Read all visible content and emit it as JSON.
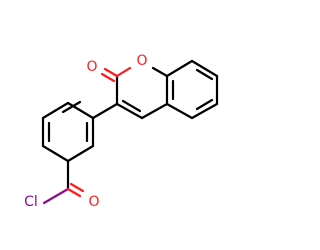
{
  "atoms": {
    "carbonyl_o": {
      "label": "O",
      "color": "#ff2020"
    },
    "ring_o": {
      "label": "O",
      "color": "#ff2020"
    },
    "acyl_o": {
      "label": "O",
      "color": "#ff2020"
    },
    "chlorine": {
      "label": "Cl",
      "color": "#8b0a8b"
    }
  },
  "colors": {
    "bond": "#000000",
    "oxygen": "#ff2020",
    "chlorine": "#8b0a8b",
    "background": "#ffffff"
  }
}
